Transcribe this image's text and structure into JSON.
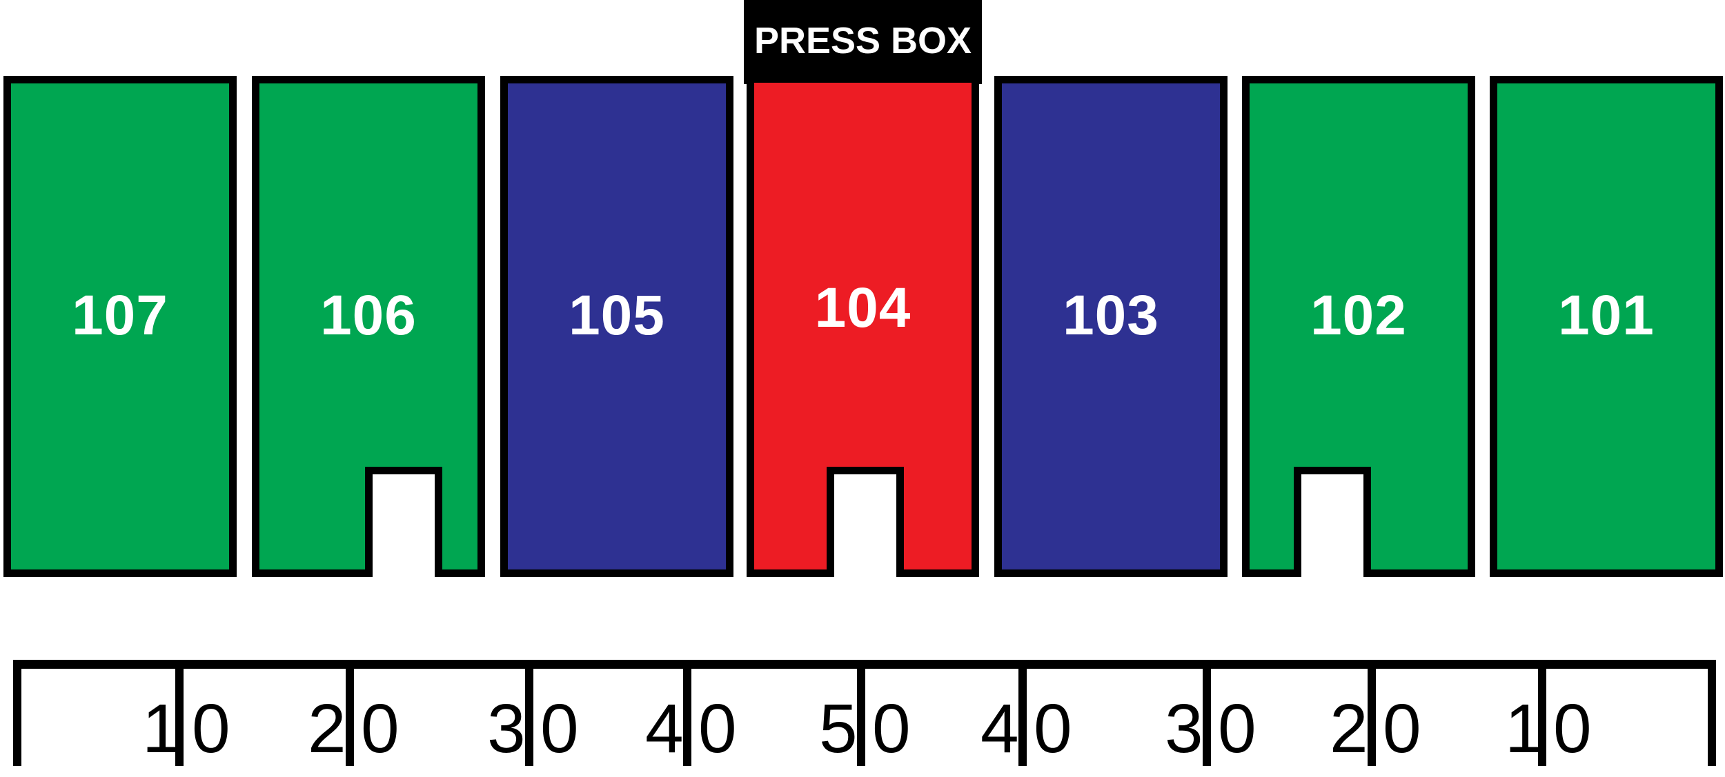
{
  "colors": {
    "green": "#00A651",
    "blue": "#2E3192",
    "red": "#ED1C24",
    "border": "#000000"
  },
  "press_box": {
    "label": "PRESS BOX"
  },
  "sections": [
    {
      "id": "107",
      "color": "green",
      "tunnel": false
    },
    {
      "id": "106",
      "color": "green",
      "tunnel": true
    },
    {
      "id": "105",
      "color": "blue",
      "tunnel": false
    },
    {
      "id": "104",
      "color": "red",
      "tunnel": true
    },
    {
      "id": "103",
      "color": "blue",
      "tunnel": false
    },
    {
      "id": "102",
      "color": "green",
      "tunnel": true
    },
    {
      "id": "101",
      "color": "green",
      "tunnel": false
    }
  ],
  "field": {
    "yard_markers": [
      {
        "left": "1",
        "right": "0"
      },
      {
        "left": "2",
        "right": "0"
      },
      {
        "left": "3",
        "right": "0"
      },
      {
        "left": "4",
        "right": "0"
      },
      {
        "left": "5",
        "right": "0"
      },
      {
        "left": "4",
        "right": "0"
      },
      {
        "left": "3",
        "right": "0"
      },
      {
        "left": "2",
        "right": "0"
      },
      {
        "left": "1",
        "right": "0"
      }
    ]
  }
}
